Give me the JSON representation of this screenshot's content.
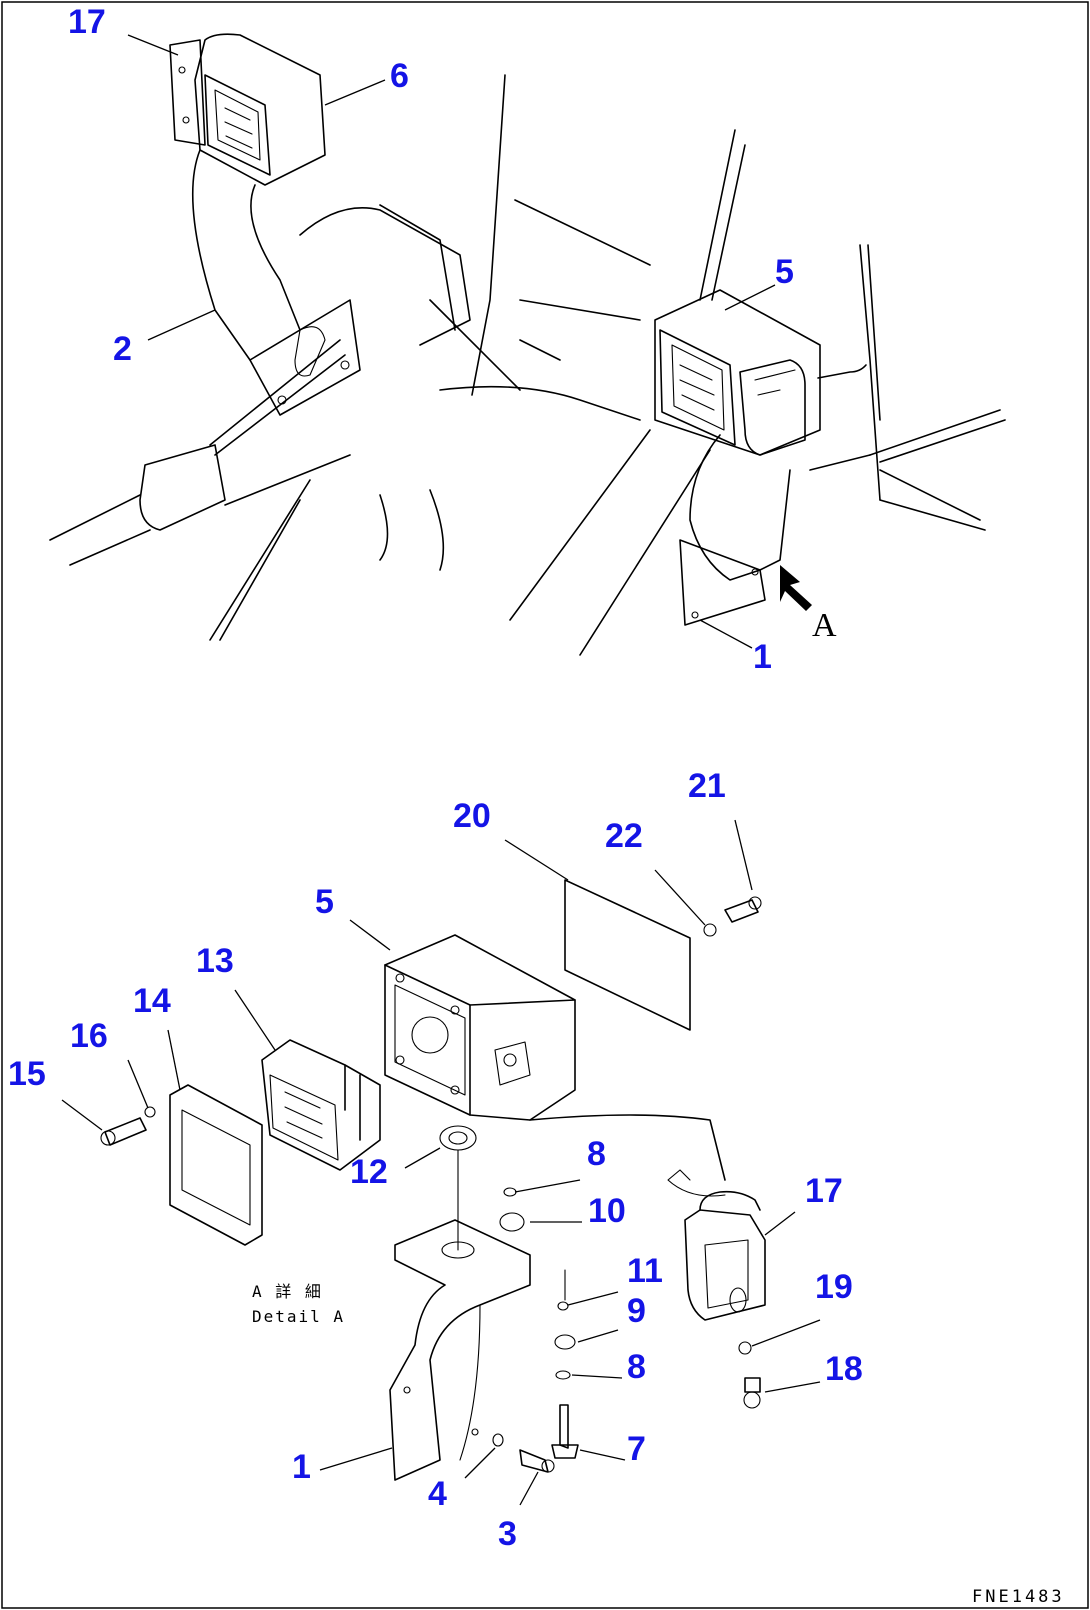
{
  "callouts": {
    "c17_top": "17",
    "c6": "6",
    "c2": "2",
    "c5_top": "5",
    "c1_top": "1",
    "c21": "21",
    "c20": "20",
    "c22": "22",
    "c5_bot": "5",
    "c13": "13",
    "c14": "14",
    "c16": "16",
    "c15": "15",
    "c12": "12",
    "c8_a": "8",
    "c10": "10",
    "c17_bot": "17",
    "c11": "11",
    "c9": "9",
    "c19": "19",
    "c8_b": "8",
    "c18": "18",
    "c7": "7",
    "c1_bot": "1",
    "c4": "4",
    "c3": "3"
  },
  "view_marker": "A",
  "detail_label": {
    "jp": "A 詳 細",
    "en": "Detail A"
  },
  "drawing_code": "FNE1483"
}
